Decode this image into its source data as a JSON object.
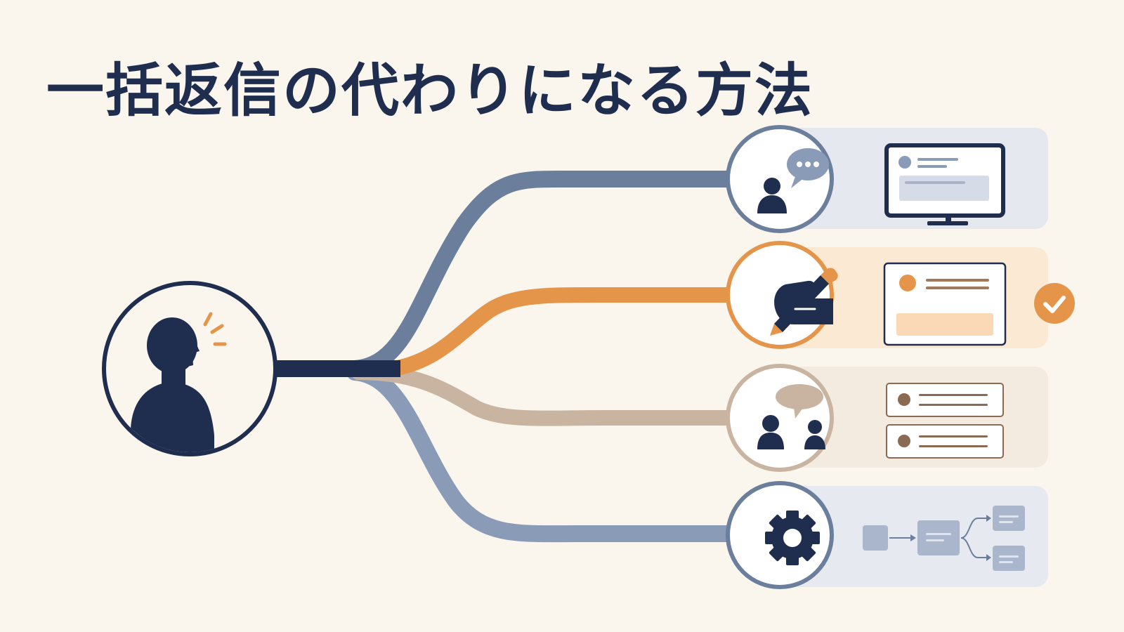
{
  "title": "一括返信の代わりになる方法",
  "colors": {
    "background": "#faf6ee",
    "navy": "#1f2d4f",
    "slate_blue": "#6b7f9c",
    "orange": "#e4954a",
    "tan": "#c8b4a0",
    "gray_blue": "#8a9bb8",
    "panel_blue": "#e5e8ef",
    "panel_orange": "#fbe9d3",
    "panel_tan": "#f3ebe0",
    "panel_gray": "#e6e9f0"
  },
  "source": {
    "icon": "thinking-person-icon"
  },
  "options": [
    {
      "id": "individual-chat",
      "icon": "person-speech-bubble-icon",
      "illustration": "desktop-monitor-message-icon",
      "color": "#6b7f9c",
      "selected": false
    },
    {
      "id": "individual-write",
      "icon": "hand-pencil-icon",
      "illustration": "message-card-icon",
      "color": "#e4954a",
      "selected": true
    },
    {
      "id": "group-discussion",
      "icon": "two-people-speech-bubble-icon",
      "illustration": "stacked-message-cards-icon",
      "color": "#c8b4a0",
      "selected": false
    },
    {
      "id": "automation",
      "icon": "gear-icon",
      "illustration": "workflow-branch-icon",
      "color": "#8a9bb8",
      "selected": false
    }
  ]
}
